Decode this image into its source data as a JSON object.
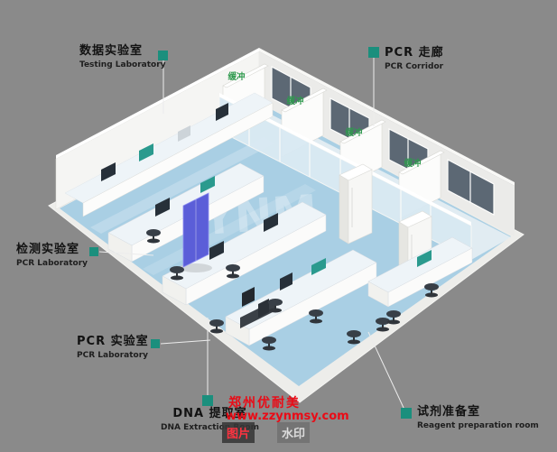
{
  "background": "#8a8a8a",
  "colors": {
    "marker": "#1b8f7d",
    "leader_line": "#ececec",
    "floor": "#a9cfe4",
    "corridor_floor": "#e7eef3",
    "wall": "#f5f5f3",
    "window": "#5c6874",
    "glass": "#d8e9f3",
    "door_panel": "#5b5ed8",
    "equipment_teal": "#2a9a8e",
    "equipment_dark": "#273039",
    "buffer_label": "#2f9a4e",
    "watermark_red": "#ea0b16"
  },
  "callouts": {
    "testing_lab": {
      "zh": "数据实验室",
      "en": "Testing Laboratory"
    },
    "pcr_corridor": {
      "zh": "PCR 走廊",
      "en": "PCR Corridor"
    },
    "detection_lab": {
      "zh": "检测实验室",
      "en": "PCR Laboratory"
    },
    "pcr_lab": {
      "zh": "PCR 实验室",
      "en": "PCR Laboratory"
    },
    "dna_extraction": {
      "zh": "DNA 提取室",
      "en": "DNA Extraction Room"
    },
    "reagent_prep": {
      "zh": "试剂准备室",
      "en": "Reagent preparation room"
    }
  },
  "buffers": [
    "缓冲",
    "缓冲",
    "缓冲",
    "缓冲"
  ],
  "floor_mark": "YNM",
  "watermark": {
    "company": "郑州优耐美",
    "url": "www.zzynmsy.com",
    "tag_image": "图片",
    "tag_mark": "水印"
  }
}
